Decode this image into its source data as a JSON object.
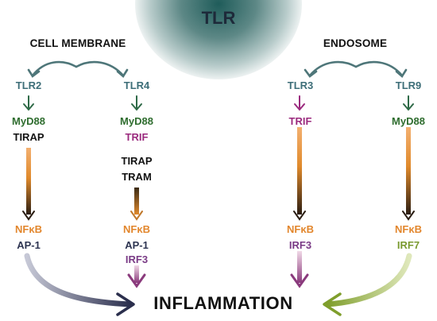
{
  "title": "TLR",
  "groups": {
    "cell_membrane": "CELL MEMBRANE",
    "endosome": "ENDOSOME"
  },
  "receptors": {
    "tlr2": "TLR2",
    "tlr4": "TLR4",
    "tlr3": "TLR3",
    "tlr9": "TLR9"
  },
  "tlr2_path": {
    "adaptor1": "MyD88",
    "adaptor2": "TIRAP",
    "tf1": "NFκB",
    "tf2": "AP-1"
  },
  "tlr4_path": {
    "adaptor1": "MyD88",
    "adaptor2": "TRIF",
    "adaptor3": "TIRAP",
    "adaptor4": "TRAM",
    "tf1": "NFκB",
    "tf2": "AP-1",
    "tf3": "IRF3"
  },
  "tlr3_path": {
    "adaptor1": "TRIF",
    "tf1": "NFκB",
    "tf2": "IRF3"
  },
  "tlr9_path": {
    "adaptor1": "MyD88",
    "tf1": "NFκB",
    "tf2": "IRF7"
  },
  "outcome": "INFLAMMATION"
}
